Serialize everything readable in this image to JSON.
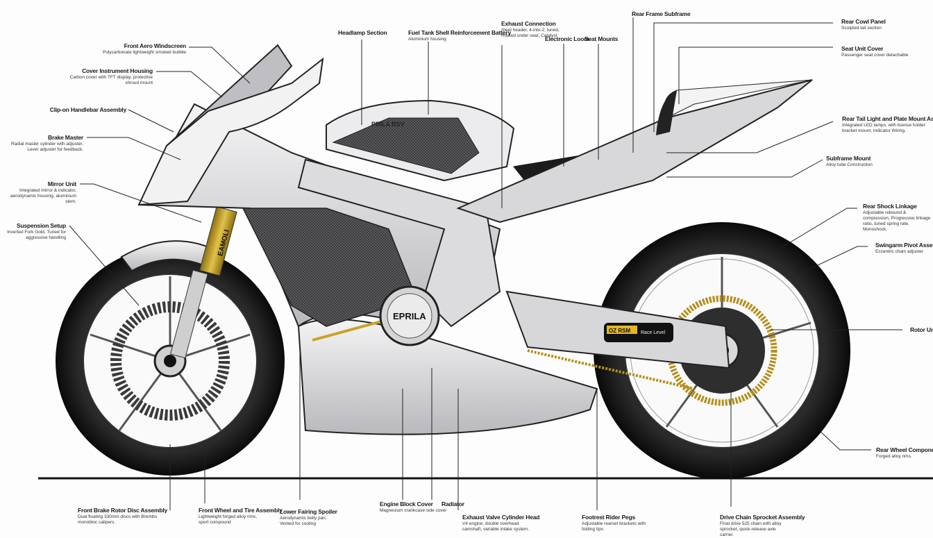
{
  "diagram": {
    "subject": "Sport motorcycle exploded/annotated side view",
    "brand_marks": {
      "tank_decal": "PRILA RSV",
      "engine_cover": "EPRILA",
      "fork_tube": "EAMOLI",
      "swingarm_sticker_left": "OZ RSM",
      "swingarm_sticker_right": "Race Level"
    },
    "colors": {
      "body": "#e4e4e6",
      "body_shade": "#a9a9ad",
      "carbon": "#4a4a4c",
      "tire": "#151515",
      "gold": "#c9a227",
      "seat": "#1c1c1c",
      "line": "#222222",
      "background": "#fdfdfd"
    },
    "labels_left": [
      {
        "title": "Front Aero Windscreen",
        "desc": "Polycarbonate lightweight smoked bubble"
      },
      {
        "title": "Cover Instrument Housing",
        "desc": "Carbon cover with TFT display, protective shroud mount"
      },
      {
        "title": "Clip-on Handlebar Assembly",
        "desc": ""
      },
      {
        "title": "Brake Master",
        "desc": "Radial master cylinder with adjuster, Lever adjuster for feedback."
      },
      {
        "title": "Mirror Unit",
        "desc": "Integrated mirror & indicator, aerodynamic housing, aluminium stem."
      },
      {
        "title": "Suspension Setup",
        "desc": "Inverted Fork Gold, Tuned for aggressive handling"
      }
    ],
    "labels_top": [
      {
        "title": "Headlamp Section",
        "desc": ""
      },
      {
        "title": "Fuel Tank Shell Reinforcement Battery",
        "desc": "Aluminium housing"
      },
      {
        "title": "Exhaust Connection",
        "desc": "Steel header, 4-into-2, tuned, Routed under seat, Catalyst"
      },
      {
        "title": "Electronic Loom",
        "desc": ""
      },
      {
        "title": "Seat Mounts",
        "desc": ""
      },
      {
        "title": "Rear Frame Subframe",
        "desc": ""
      }
    ],
    "labels_right": [
      {
        "title": "Rear Cowl Panel",
        "desc": "Sculpted tail section"
      },
      {
        "title": "Seat Unit Cover",
        "desc": "Passenger seat cover detachable"
      },
      {
        "title": "Rear Tail Light and Plate Mount Assembly",
        "desc": "Integrated LED lamps, with license holder bracket mount, Indicator Wiring."
      },
      {
        "title": "Subframe Mount",
        "desc": "Alloy tube Construction"
      },
      {
        "title": "Rear Shock Linkage",
        "desc": "Adjustable rebound & compression, Progressive linkage ratio, tuned spring rate, Monoshock."
      },
      {
        "title": "Swingarm Pivot Assembly",
        "desc": "Eccentric chain adjuster"
      },
      {
        "title": "Rotor Unit",
        "desc": ""
      },
      {
        "title": "Rear Wheel Component Assembly",
        "desc": "Forged alloy rims."
      }
    ],
    "labels_bottom": [
      {
        "title": "Front Brake Rotor Disc Assembly",
        "desc": "Dual floating 330mm discs with Brembo monobloc calipers."
      },
      {
        "title": "Front Wheel and Tire Assembly",
        "desc": "Lightweight forged alloy rims, sport compound"
      },
      {
        "title": "Lower Fairing Spoiler",
        "desc": "Aerodynamic belly pan, Vented for cooling"
      },
      {
        "title": "Engine Block Cover",
        "desc": "Magnesium crankcase side cover"
      },
      {
        "title": "Radiator",
        "desc": ""
      },
      {
        "title": "Exhaust Valve Cylinder Head",
        "desc": "V4 engine, double overhead camshaft, variable intake system."
      },
      {
        "title": "Footrest Rider Pegs",
        "desc": "Adjustable rearset brackets with folding tips"
      },
      {
        "title": "Drive Chain Sprocket Assembly",
        "desc": "Final drive 525 chain with alloy sprocket, quick-release axle carrier."
      }
    ]
  }
}
